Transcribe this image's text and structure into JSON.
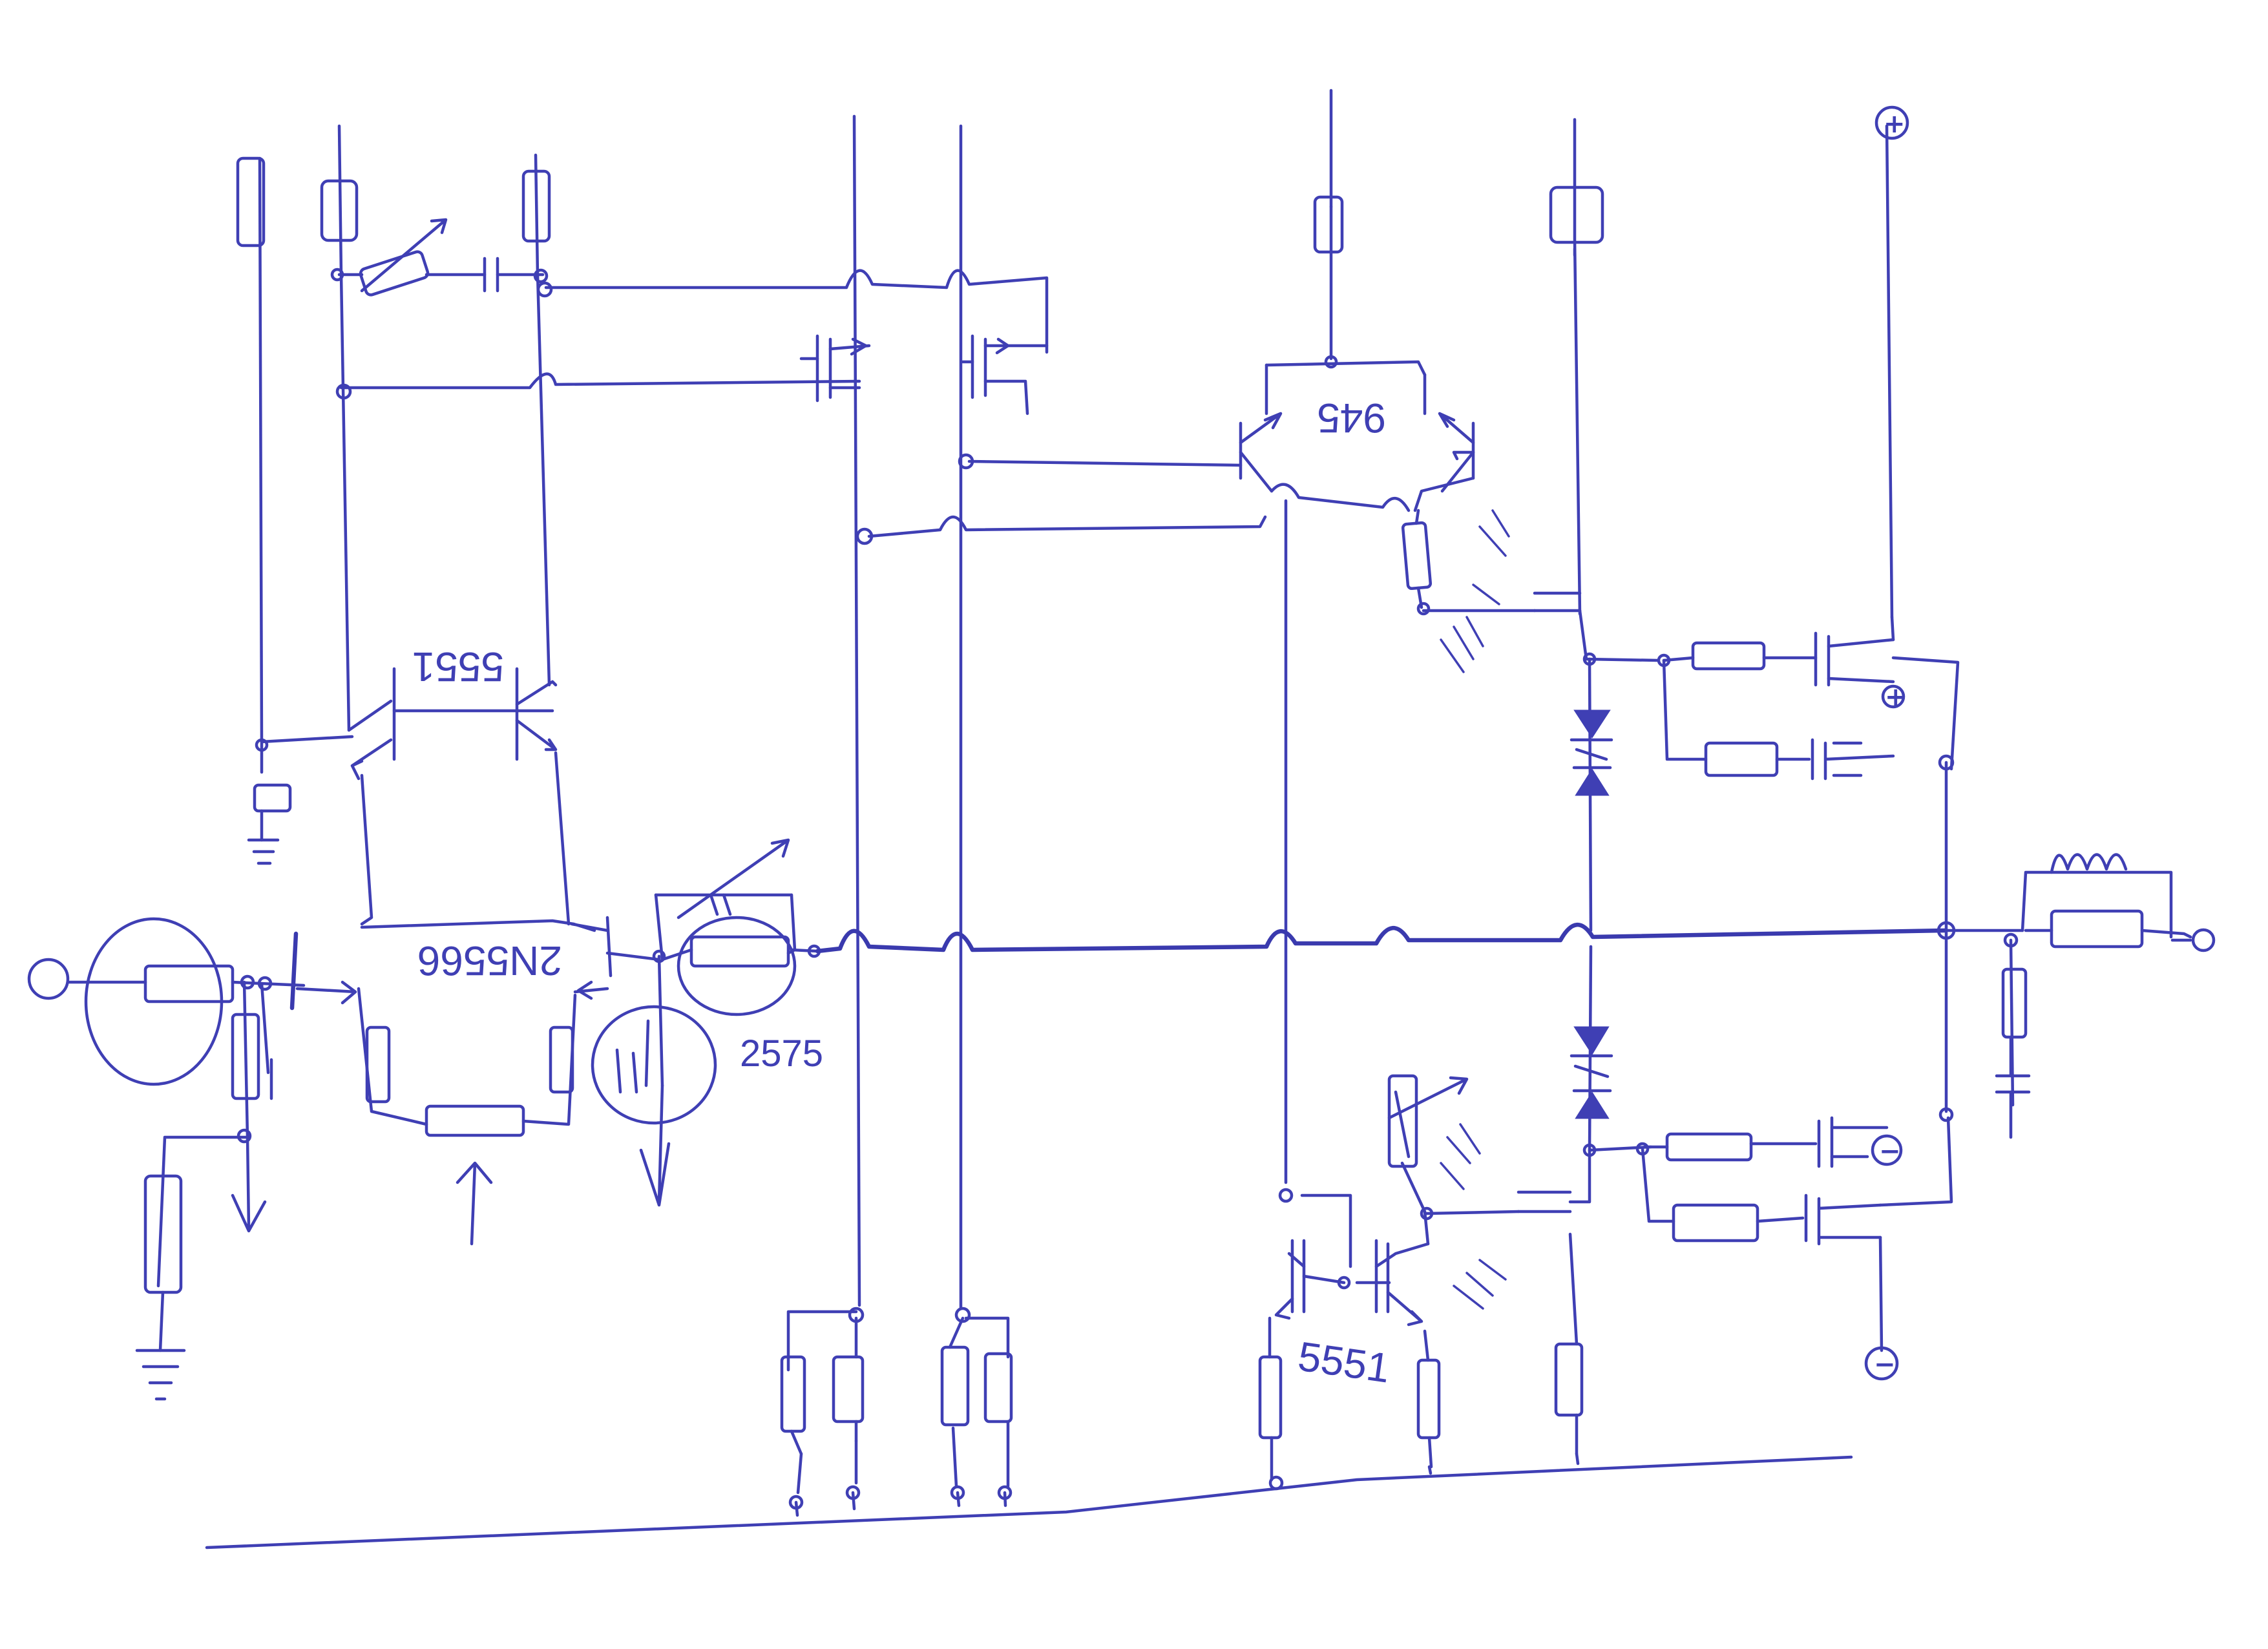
{
  "schematic": {
    "labels": {
      "q_input_pair": "5551",
      "q_jfet": "2N5566",
      "q_jfet_source": "2575",
      "q_mirror": "945",
      "q_lower_pair": "5551"
    },
    "terminals": {
      "positive_supply": "+",
      "negative_supply": "−",
      "cap_positive": "+",
      "cap_negative": "−"
    },
    "ink_color": "#3f3fb4",
    "paper_color": "#ffffff"
  }
}
